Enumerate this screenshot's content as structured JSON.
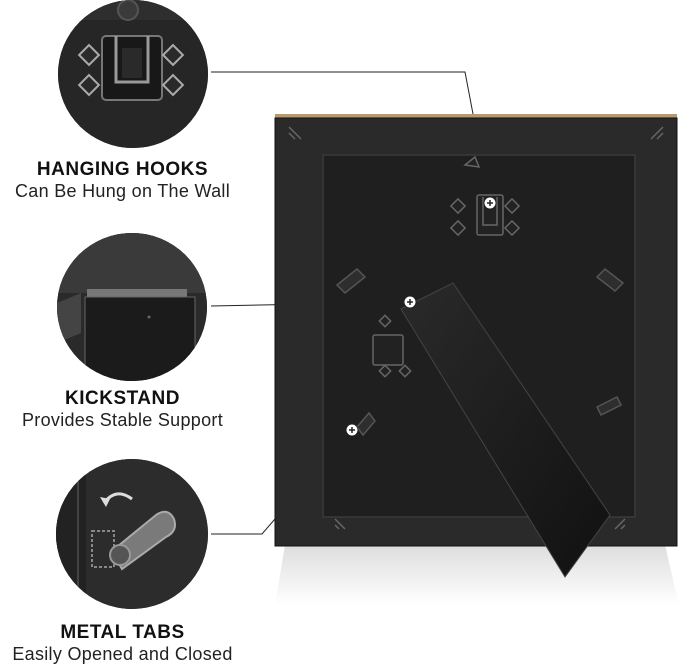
{
  "features": [
    {
      "title": "HANGING HOOKS",
      "subtitle": "Can Be Hung on The Wall",
      "icon": "hanging-hook-closeup"
    },
    {
      "title": "KICKSTAND",
      "subtitle": "Provides Stable Support",
      "icon": "kickstand-closeup"
    },
    {
      "title": "METAL TABS",
      "subtitle": "Easily Opened and Closed",
      "icon": "metal-tab-closeup"
    }
  ],
  "colors": {
    "frame": "#262626",
    "backing": "#1e1e1e",
    "text": "#111111",
    "leader": "#222222"
  }
}
